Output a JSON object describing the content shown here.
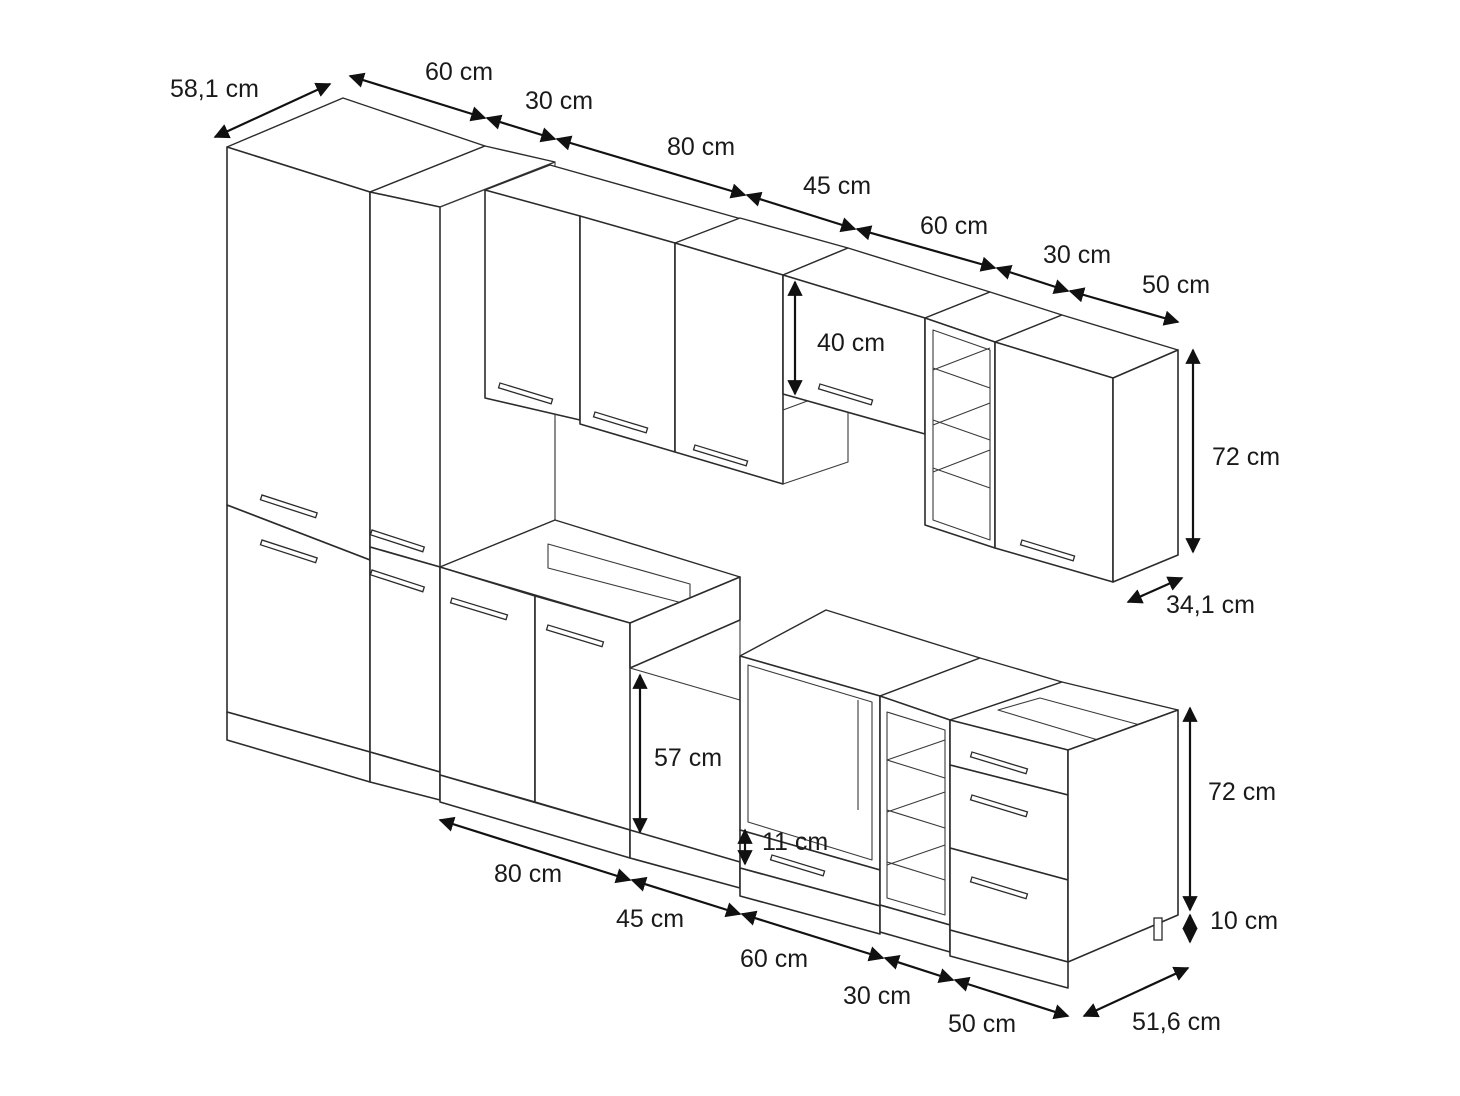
{
  "title": "",
  "top_width_labels": [
    "60 cm",
    "30 cm",
    "80 cm",
    "45 cm",
    "60 cm",
    "30 cm",
    "50 cm"
  ],
  "top_depth_label": "58,1 cm",
  "wall_cabinet": {
    "hood_cabinet_height": "40 cm",
    "height": "72 cm",
    "depth": "34,1 cm"
  },
  "base_cabinet": {
    "dishwasher_height": "57 cm",
    "oven_drawer_height": "11 cm",
    "height": "72 cm",
    "plinth_height": "10 cm",
    "depth": "51,6 cm"
  },
  "bottom_width_labels": [
    "80 cm",
    "45 cm",
    "60 cm",
    "30 cm",
    "50 cm"
  ]
}
